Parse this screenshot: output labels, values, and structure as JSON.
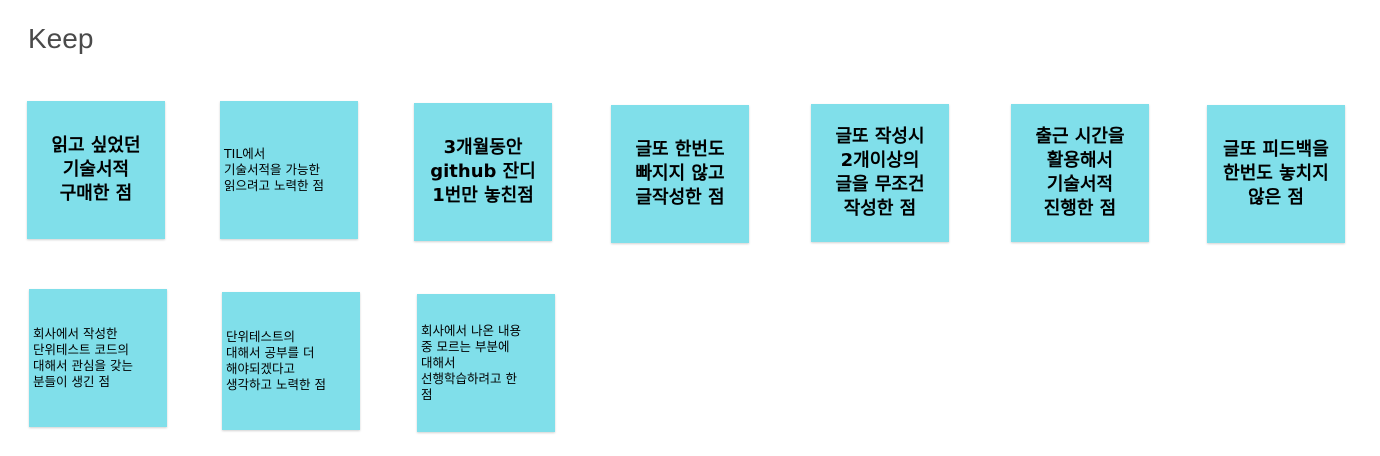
{
  "board": {
    "title": "Keep"
  },
  "colors": {
    "note_bg": "#80dfea",
    "text": "#000000",
    "title": "#4a4a4a"
  },
  "notes": [
    {
      "text": "읽고 싶었던\n기술서적\n구매한 점"
    },
    {
      "text": "TIL에서\n기술서적을 가능한\n읽으려고 노력한 점"
    },
    {
      "text": "3개월동안\ngithub 잔디\n1번만 놓친점"
    },
    {
      "text": "글또 한번도\n빠지지 않고\n글작성한 점"
    },
    {
      "text": "글또 작성시\n2개이상의\n글을 무조건\n작성한 점"
    },
    {
      "text": "출근 시간을\n활용해서\n기술서적\n진행한 점"
    },
    {
      "text": "글또 피드백을\n한번도 놓치지\n않은 점"
    },
    {
      "text": "회사에서 작성한\n단위테스트 코드의\n대해서 관심을 갖는\n분들이 생긴 점"
    },
    {
      "text": "단위테스트의\n대해서 공부를 더\n해야되겠다고\n생각하고 노력한 점"
    },
    {
      "text": "회사에서 나온 내용\n중 모르는 부분에\n대해서\n선행학습하려고 한\n점"
    }
  ]
}
